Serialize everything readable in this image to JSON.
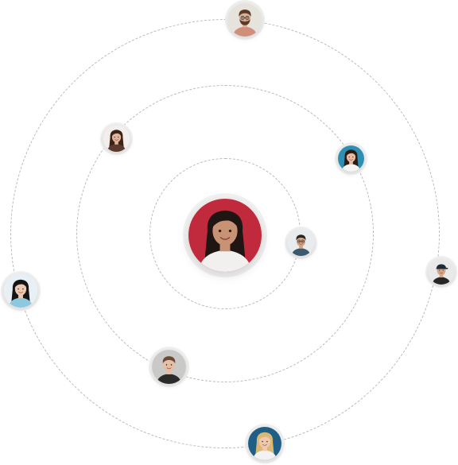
{
  "center_user": {
    "icon": "woman-portrait-icon",
    "bg_color": "#c02a3c",
    "hair_color": "#1f1512",
    "skin_color": "#c89274",
    "shirt_color": "#f2f0ee"
  },
  "orbit_users": [
    {
      "id": "inner-1",
      "orbit": "inner",
      "icon": "man-glasses-portrait-icon",
      "bg_color": "#e9ecef",
      "hair_color": "#2a2320",
      "skin_color": "#d3a388",
      "shirt_color": "#3b5a6e"
    },
    {
      "id": "middle-1",
      "orbit": "middle",
      "icon": "woman-portrait-icon",
      "bg_color": "#f3eeeb",
      "hair_color": "#3a2418",
      "skin_color": "#e2b49a",
      "shirt_color": "#5a3a2e"
    },
    {
      "id": "middle-2",
      "orbit": "middle",
      "icon": "woman-portrait-icon",
      "bg_color": "#2f8fb3",
      "hair_color": "#2e1c14",
      "skin_color": "#e7bca2",
      "shirt_color": "#f5f5f5"
    },
    {
      "id": "middle-3",
      "orbit": "middle",
      "icon": "man-curly-hair-portrait-icon",
      "bg_color": "#c9c9c7",
      "hair_color": "#6b4a34",
      "skin_color": "#e4bfa6",
      "shirt_color": "#2b2b2b"
    },
    {
      "id": "outer-1",
      "orbit": "outer",
      "icon": "man-beard-glasses-portrait-icon",
      "bg_color": "#e6e2dc",
      "hair_color": "#5b3b26",
      "skin_color": "#deb096",
      "shirt_color": "#cf8f7b"
    },
    {
      "id": "outer-2",
      "orbit": "outer",
      "icon": "man-cap-portrait-icon",
      "bg_color": "#e9e9e9",
      "hair_color": "#1b2b3a",
      "skin_color": "#d8a58a",
      "shirt_color": "#262626"
    },
    {
      "id": "outer-3",
      "orbit": "outer",
      "icon": "woman-portrait-icon",
      "bg_color": "#e8f0f6",
      "hair_color": "#151515",
      "skin_color": "#ecc9b0",
      "shirt_color": "#8cc8e0"
    },
    {
      "id": "outer-4",
      "orbit": "outer",
      "icon": "woman-blonde-portrait-icon",
      "bg_color": "#1f5f86",
      "hair_color": "#d8b874",
      "skin_color": "#f0c8ad",
      "shirt_color": "#f2f2f2"
    }
  ]
}
